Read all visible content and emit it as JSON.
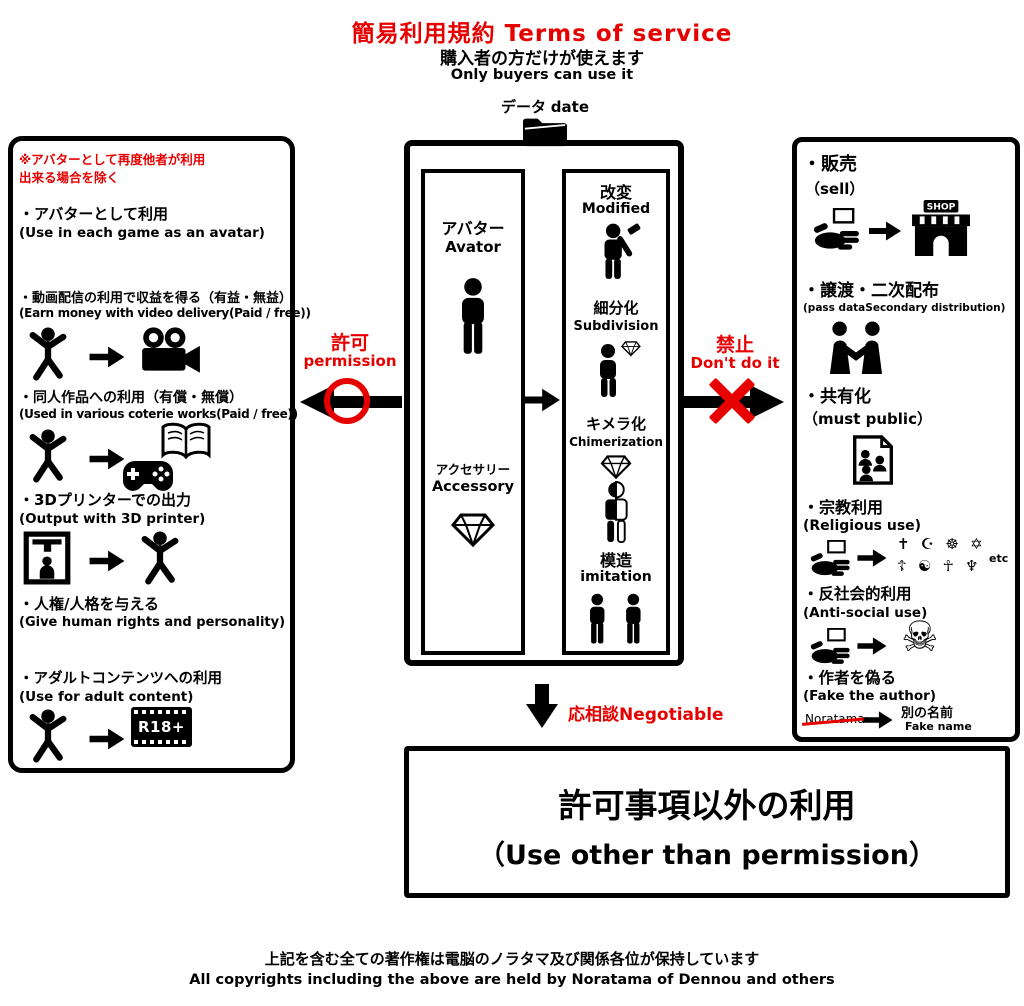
{
  "header": {
    "title": "簡易利用規約 Terms of service",
    "subtitle_ja": "購入者の方だけが使えます",
    "subtitle_en": "Only buyers can use it",
    "data_ja": "データ",
    "data_en": "date"
  },
  "center_box": {
    "avatar_ja": "アバター",
    "avatar_en": "Avator",
    "accessory_ja": "アクセサリー",
    "accessory_en": "Accessory",
    "actions": [
      {
        "ja": "改変",
        "en": "Modified"
      },
      {
        "ja": "細分化",
        "en": "Subdivision"
      },
      {
        "ja": "キメラ化",
        "en": "Chimerization"
      },
      {
        "ja": "模造",
        "en": "imitation"
      }
    ]
  },
  "permission": {
    "ja": "許可",
    "en": "permission"
  },
  "prohibition": {
    "ja": "禁止",
    "en": "Don't do it"
  },
  "allowed_panel": {
    "note_line1": "※アバターとして再度他者が利用",
    "note_line2": "出来る場合を除く",
    "items": [
      {
        "ja": "・アバターとして利用",
        "en": "(Use in each game as an avatar)"
      },
      {
        "ja": "・動画配信の利用で収益を得る（有益・無益）",
        "en": "(Earn money with video delivery(Paid / free))"
      },
      {
        "ja": "・同人作品への利用（有償・無償）",
        "en": "(Used in various coterie works(Paid / free))"
      },
      {
        "ja": "・3Dプリンターでの出力",
        "en": "(Output with 3D printer)"
      },
      {
        "ja": "・人権/人格を与える",
        "en": "(Give human rights and personality)"
      },
      {
        "ja": "・アダルトコンテンツへの利用",
        "en": "(Use for adult content)"
      }
    ],
    "r18_label": "R18+"
  },
  "prohibited_panel": {
    "items": [
      {
        "ja": "・販売",
        "en": "（sell）"
      },
      {
        "ja": "・譲渡・二次配布",
        "en": "(pass dataSecondary distribution)"
      },
      {
        "ja": "・共有化",
        "en": "（must public）"
      },
      {
        "ja": "・宗教利用",
        "en": "(Religious use)"
      },
      {
        "ja": "・反社会的利用",
        "en": "(Anti-social use)"
      },
      {
        "ja": "・作者を偽る",
        "en": "(Fake the author)"
      }
    ],
    "shop_label": "SHOP",
    "religion_row1": "✝ ☪ ☸ ✡",
    "religion_row2": "☦ ☯ ☥ ♆",
    "religion_etc": "etc",
    "skull": "☠",
    "author_original": "Noratama",
    "author_fake_ja": "別の名前",
    "author_fake_en": "Fake name"
  },
  "negotiable_label": "応相談Negotiable",
  "other_use_box": {
    "ja": "許可事項以外の利用",
    "en": "（Use other than permission）"
  },
  "footer": {
    "line1_ja": "上記を含む全ての著作権は電脳のノラタマ及び関係各位が保持しています",
    "line2_en": "All copyrights including the above are held by Noratama of Dennou and others"
  },
  "colors": {
    "accent_red": "#e60000",
    "ink": "#000000"
  }
}
